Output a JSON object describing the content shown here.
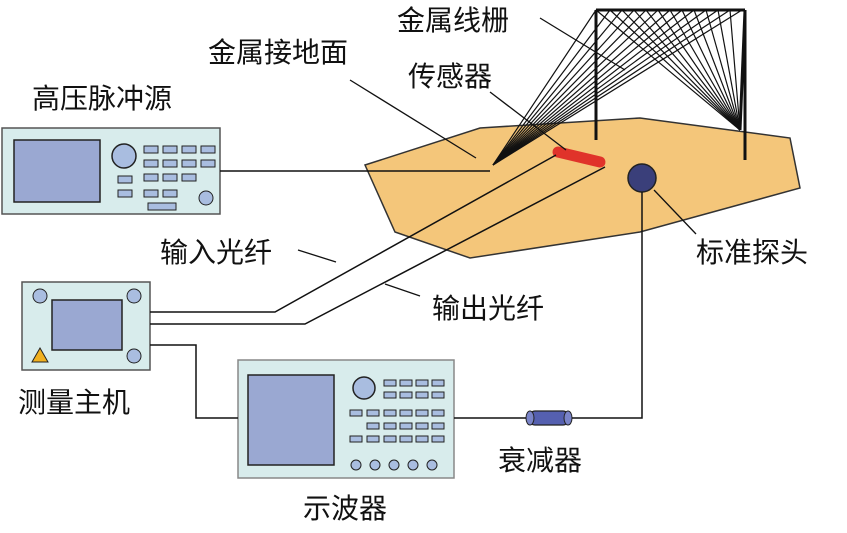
{
  "labels": {
    "metal_grid": "金属线栅",
    "metal_ground": "金属接地面",
    "sensor": "传感器",
    "hv_pulse_source": "高压脉冲源",
    "standard_probe": "标准探头",
    "input_fiber": "输入光纤",
    "output_fiber": "输出光纤",
    "measurement_host": "测量主机",
    "oscilloscope": "示波器",
    "attenuator": "衰减器"
  },
  "colors": {
    "instrument_body": "#d8ecec",
    "screen": "#9aa8d2",
    "button": "#a9bde0",
    "plate": "#f4c67a",
    "sensor": "#e0332a",
    "probe": "#3a3f7a",
    "attenuator": "#5560b0",
    "line": "#111111"
  }
}
